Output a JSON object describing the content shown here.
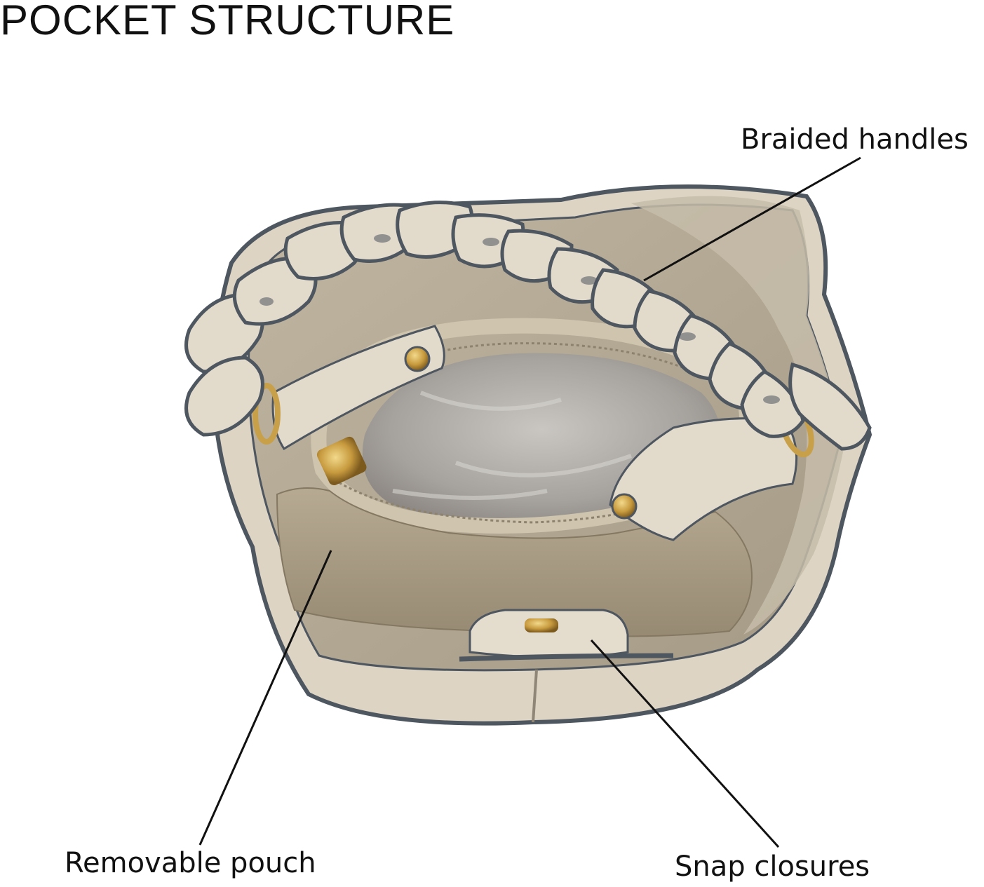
{
  "title": "POCKET STRUCTURE",
  "callouts": {
    "handles": "Braided handles",
    "pouch": "Removable pouch",
    "snap": "Snap closures"
  },
  "product_image": {
    "subject": "bucket bag with removable pouch, top-down view",
    "icon": "handbag-illustration",
    "colors": {
      "leather": "#dcd3c3",
      "interior": "#b3a894",
      "piping": "#4e5660",
      "lining": "#a9a6a3",
      "hardware": "#c9a04a"
    }
  }
}
